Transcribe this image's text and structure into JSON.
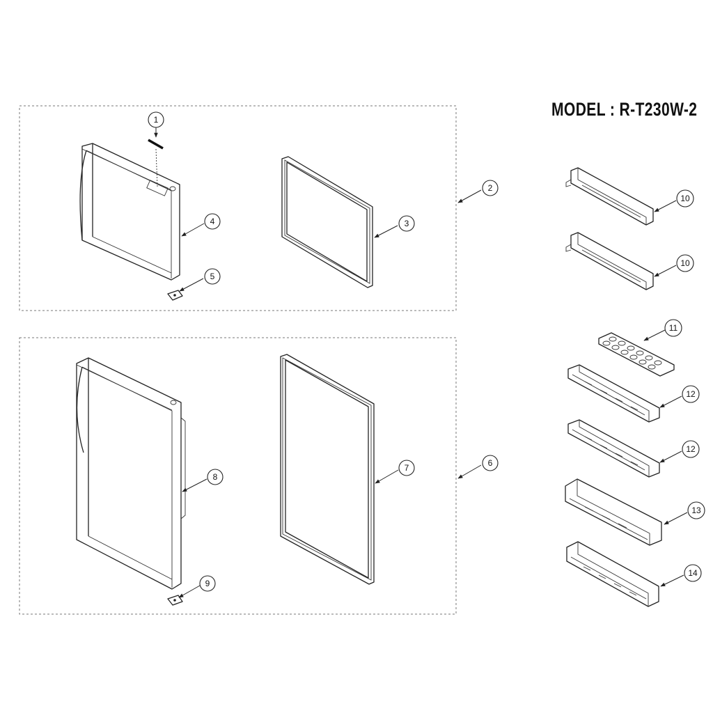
{
  "title": "MODEL : R-T230W-2",
  "callouts": [
    "1",
    "2",
    "3",
    "4",
    "5",
    "6",
    "7",
    "8",
    "9",
    "10",
    "10",
    "11",
    "12",
    "12",
    "13",
    "14"
  ],
  "colors": {
    "line": "#222222",
    "background": "#ffffff",
    "frame": "#777777"
  }
}
